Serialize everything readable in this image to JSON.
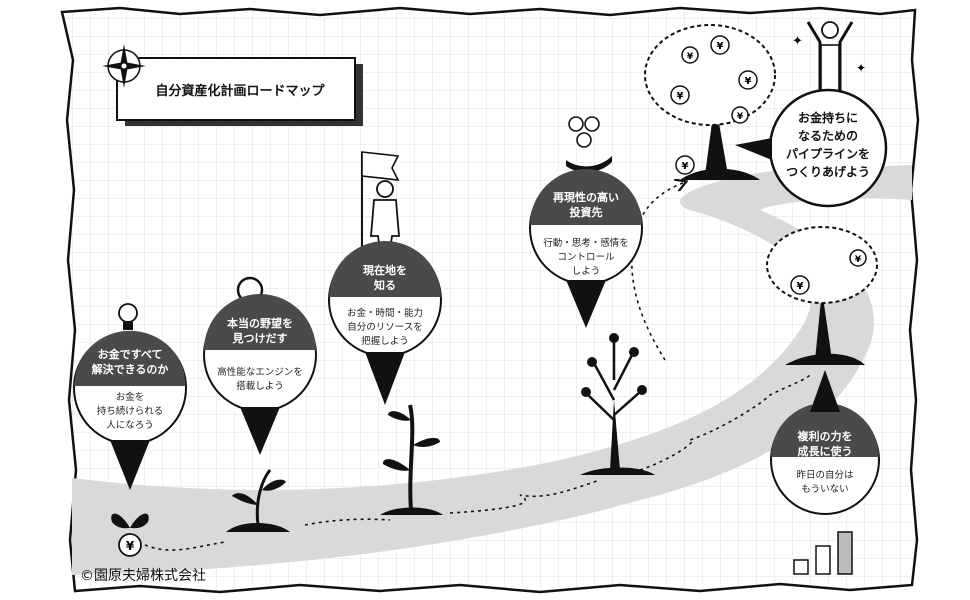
{
  "title": "自分資産化計画ロードマップ",
  "copyright": "©園原夫婦株式会社",
  "steps": [
    {
      "title": [
        "お金ですべて",
        "解決できるのか"
      ],
      "body": [
        "お金を",
        "持ち続けられる",
        "人になろう"
      ]
    },
    {
      "title": [
        "本当の野望を",
        "見つけだす"
      ],
      "body": [
        "高性能なエンジンを",
        "搭載しよう"
      ]
    },
    {
      "title": [
        "現在地を",
        "知る"
      ],
      "body": [
        "お金・時間・能力",
        "自分のリソースを",
        "把握しよう"
      ]
    },
    {
      "title": [
        "再現性の高い",
        "投資先"
      ],
      "body": [
        "行動・思考・感情を",
        "コントロール",
        "しよう"
      ]
    },
    {
      "title": [
        "複利の力を",
        "成長に使う"
      ],
      "body": [
        "昨日の自分は",
        "もういない"
      ]
    }
  ],
  "goal": [
    "お金持ちに",
    "なるための",
    "パイプラインを",
    "つくりあげよう"
  ],
  "coin_symbol": "¥",
  "colors": {
    "pin_band": "#4a4a4a",
    "road": "#d9d9d9",
    "grid": "#e3e3e3",
    "ink": "#111111"
  }
}
